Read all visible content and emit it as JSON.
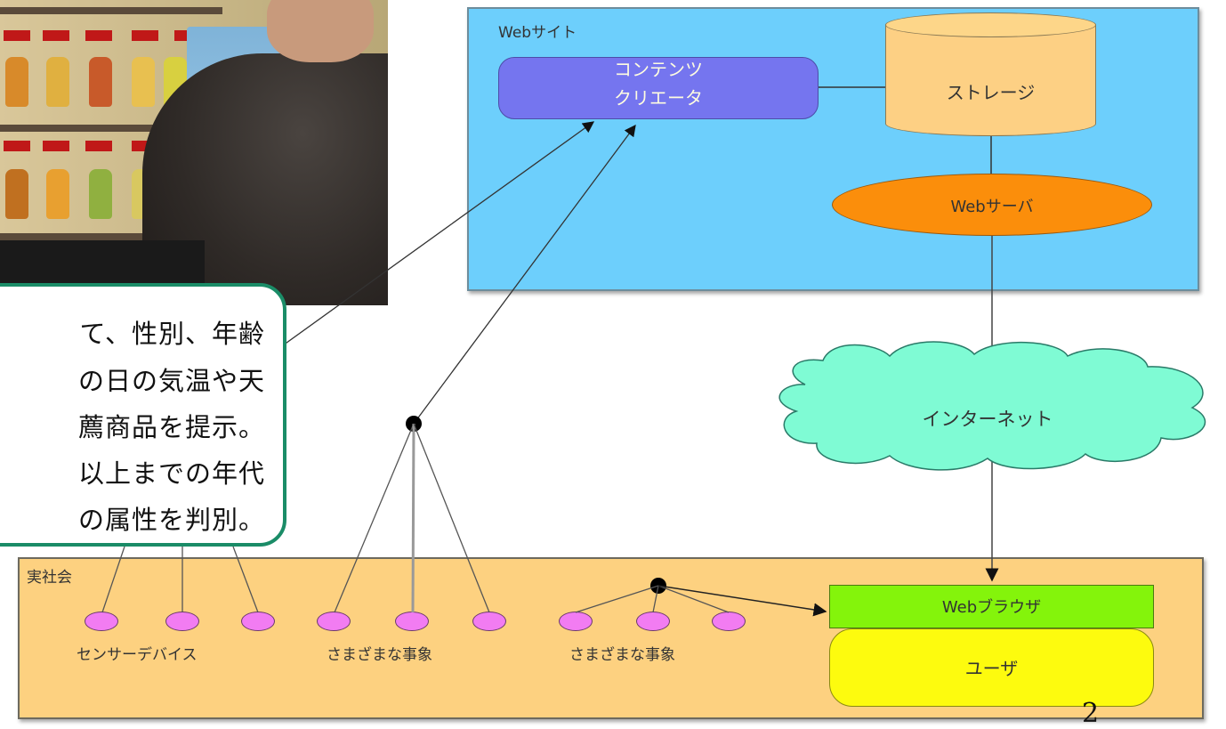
{
  "website": {
    "label": "Webサイト"
  },
  "creator": {
    "line1": "コンテンツ",
    "line2": "クリエータ"
  },
  "storage": {
    "label": "ストレージ"
  },
  "webserver": {
    "label": "Webサーバ"
  },
  "internet": {
    "label": "インターネット"
  },
  "real_society": {
    "label": "実社会",
    "sensor_label": "センサーデバイス",
    "events_label_1": "さまざまな事象",
    "events_label_2": "さまざまな事象"
  },
  "browser": {
    "label": "Webブラウザ"
  },
  "user": {
    "label": "ユーザ"
  },
  "callout": {
    "lines": [
      "て、性別、年齢",
      "の日の気温や天",
      "薦商品を提示。",
      "以上までの年代",
      "の属性を判別。"
    ]
  },
  "slide_number": "2",
  "colors": {
    "website_bg": "#6dcffc",
    "creator_bg": "#7575ef",
    "storage_bg": "#fdd084",
    "webserver_bg": "#fb8e0b",
    "internet_bg": "#7ffbd4",
    "real_society_bg": "#fdd180",
    "browser_bg": "#84f40b",
    "user_bg": "#fdfb0e",
    "node_bg": "#f27cf2",
    "callout_border": "#1a8c67"
  }
}
